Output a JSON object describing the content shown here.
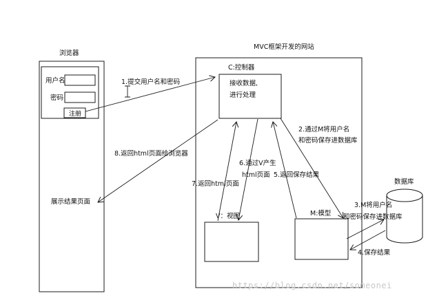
{
  "browser": {
    "title": "浏览器",
    "username_label": "用户名",
    "password_label": "密码",
    "register_button": "注册",
    "result_page": "展示结果页面"
  },
  "website": {
    "title": "MVC框架开发的网站",
    "controller_label": "C:控制器",
    "controller_line1": "接收数据,",
    "controller_line2": "进行处理",
    "view_label": "V：视图",
    "model_label": "M:模型"
  },
  "database": {
    "label": "数据库"
  },
  "steps": {
    "s1": "1.提交用户名和密码",
    "s2a": "2.通过M将用户名",
    "s2b": "和密码保存进数据库",
    "s3a": "3.M将用户名",
    "s3b": "和密码保存进数据库",
    "s4": "4.保存结果",
    "s5": "5.返回保存结果",
    "s6a": "6.通过V产生",
    "s6b": "html页面",
    "s7": "7.返回html页面",
    "s8": "8.返回html页面给浏览器"
  },
  "watermark": "https://blog.csdn.net/someonei"
}
